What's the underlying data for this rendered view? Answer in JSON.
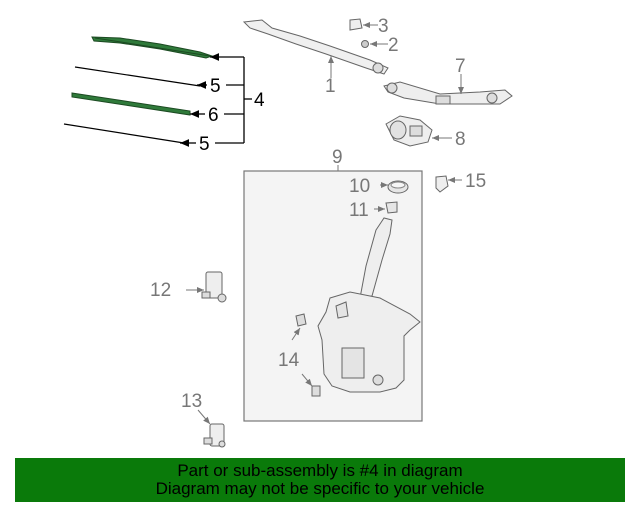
{
  "diagram": {
    "callouts": [
      "1",
      "2",
      "3",
      "4",
      "5",
      "5",
      "6",
      "7",
      "8",
      "9",
      "10",
      "11",
      "12",
      "13",
      "14",
      "15"
    ]
  },
  "banner": {
    "line1": "Part or sub-assembly is #4 in diagram",
    "line2": "Diagram may not be specific to your vehicle",
    "color": "#0a7a0a"
  },
  "colors": {
    "highlight_part": "#2f7a3a",
    "ink": "#000000",
    "gray_ink": "#777777"
  }
}
